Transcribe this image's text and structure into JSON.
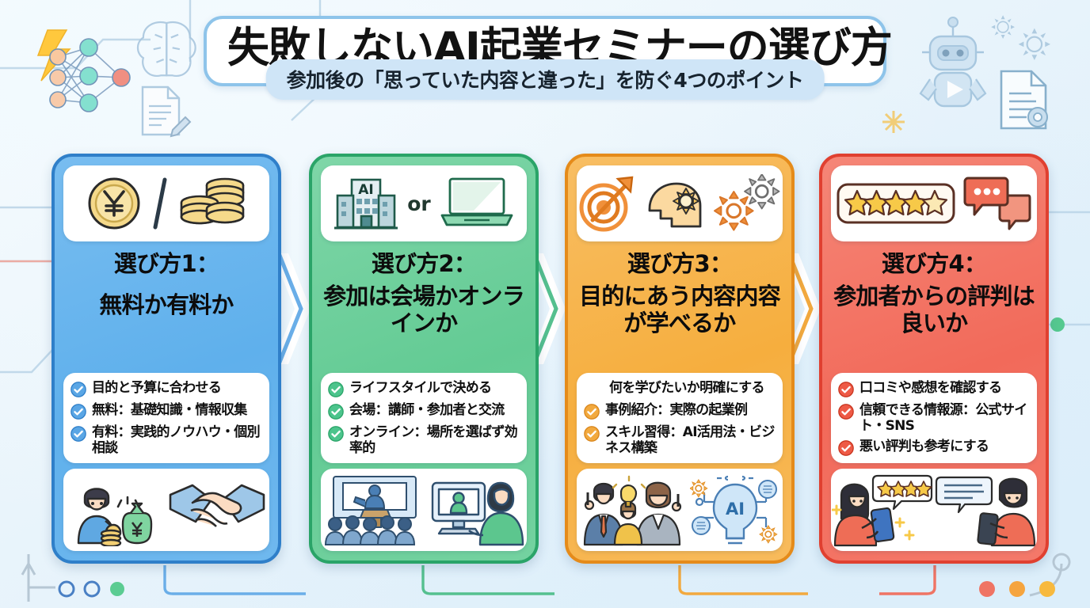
{
  "header": {
    "title": "失敗しないAI起業セミナーの選び方",
    "subtitle": "参加後の「思っていた内容と違った」を防ぐ4つのポイント"
  },
  "colors": {
    "card1": "#5fb0ec",
    "card1_border": "#2f7fc9",
    "card2": "#63cb94",
    "card2_border": "#2aa468",
    "card3": "#f6ae3e",
    "card3_border": "#e58b1a",
    "card4": "#f26a5a",
    "card4_border": "#e04030",
    "background": "#e9f4fb",
    "title_border": "#8ec4ea",
    "subtitle_pill": "#cfe5f7"
  },
  "cards": [
    {
      "kicker": "選び方1：",
      "headline": "無料か有料か",
      "icons": [
        "yen-coin-icon",
        "slash-divider",
        "coin-stack-icon"
      ],
      "bullets": [
        {
          "text": "目的と予算に合わせる",
          "check": true
        },
        {
          "text": "無料：基礎知識・情報収集",
          "check": true
        },
        {
          "text": "有料：実践的ノウハウ・個別相談",
          "check": true
        }
      ],
      "illustrations": [
        "person-with-money-icon",
        "handshake-icon"
      ]
    },
    {
      "kicker": "選び方2：",
      "headline": "参加は会場かオンラインか",
      "or_label": "or",
      "icons": [
        "ai-building-icon",
        "or-label",
        "laptop-icon"
      ],
      "bullets": [
        {
          "text": "ライフスタイルで決める",
          "check": true
        },
        {
          "text": "会場：講師・参加者と交流",
          "check": true
        },
        {
          "text": "オンライン：場所を選ばず効率的",
          "check": true
        }
      ],
      "illustrations": [
        "seminar-audience-icon",
        "online-viewer-icon"
      ]
    },
    {
      "kicker": "選び方3：",
      "headline": "目的にあう内容内容が学べるか",
      "icons": [
        "target-arrow-icon",
        "head-gear-icon",
        "gears-icon"
      ],
      "bullets": [
        {
          "text": "何を学びたいか明確にする",
          "check": false
        },
        {
          "text": "事例紹介：実際の起業例",
          "check": true
        },
        {
          "text": "スキル習得：AI活用法・ビジネス構築",
          "check": true
        }
      ],
      "illustrations": [
        "people-idea-icon",
        "ai-brain-network-icon"
      ]
    },
    {
      "kicker": "選び方4：",
      "headline": "参加者からの評判は良いか",
      "icons": [
        "five-star-rating-icon",
        "speech-bubbles-icon"
      ],
      "bullets": [
        {
          "text": "口コミや感想を確認する",
          "check": true
        },
        {
          "text": "信頼できる情報源：公式サイト・SNS",
          "check": true
        },
        {
          "text": "悪い評判も参考にする",
          "check": true
        }
      ],
      "illustrations": [
        "woman-phone-review-icon",
        "man-phone-comment-icon"
      ]
    }
  ],
  "background_icons": [
    "neural-network-icon",
    "brain-icon",
    "document-pencil-icon",
    "lightning-bolt-icon",
    "robot-icon",
    "gear-icon",
    "document-gear-icon",
    "circuit-lines",
    "sparkle-icon"
  ]
}
